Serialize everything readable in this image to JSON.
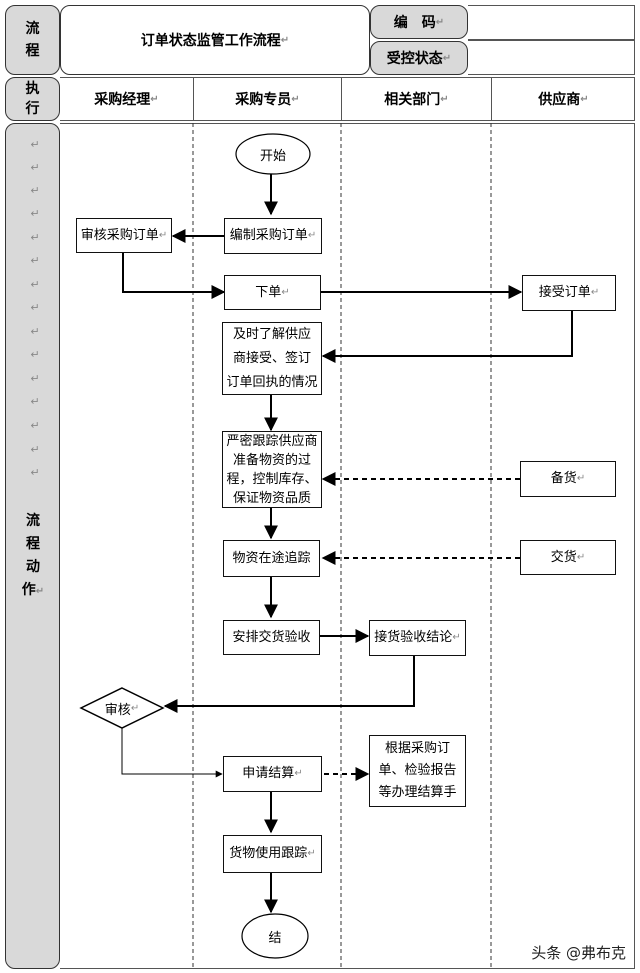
{
  "header": {
    "left_label": "流\n程",
    "title": "订单状态监管工作流程",
    "code_label": "编　码",
    "status_label": "受控状态",
    "code_value": "",
    "status_value": ""
  },
  "lanes": {
    "row_label": "执\n行",
    "columns": [
      "采购经理",
      "采购专员",
      "相关部门",
      "供应商"
    ]
  },
  "side_label": "流\n程\n动\n作",
  "para_mark": "↵",
  "nodes": {
    "start": "开始",
    "compile_order": "编制采购订单",
    "review_order": "审核采购订单",
    "place_order": "下单",
    "accept_order": "接受订单",
    "understand": "及时了解供应\n商接受、签订\n订单回执的情况",
    "track_prep": "严密跟踪供应商\n准备物资的过\n程，控制库存、\n保证物资品质",
    "stock": "备货",
    "in_transit": "物资在途追踪",
    "deliver": "交货",
    "arrange_inspect": "安排交货验收",
    "inspect_result": "接货验收结论",
    "approve": "审核",
    "request_settle": "申请结算",
    "settle_doc": "根据采购订\n单、检验报告\n等办理结算手",
    "usage_track": "货物使用跟踪",
    "end": "结"
  },
  "watermark": "头条 @弗布克"
}
